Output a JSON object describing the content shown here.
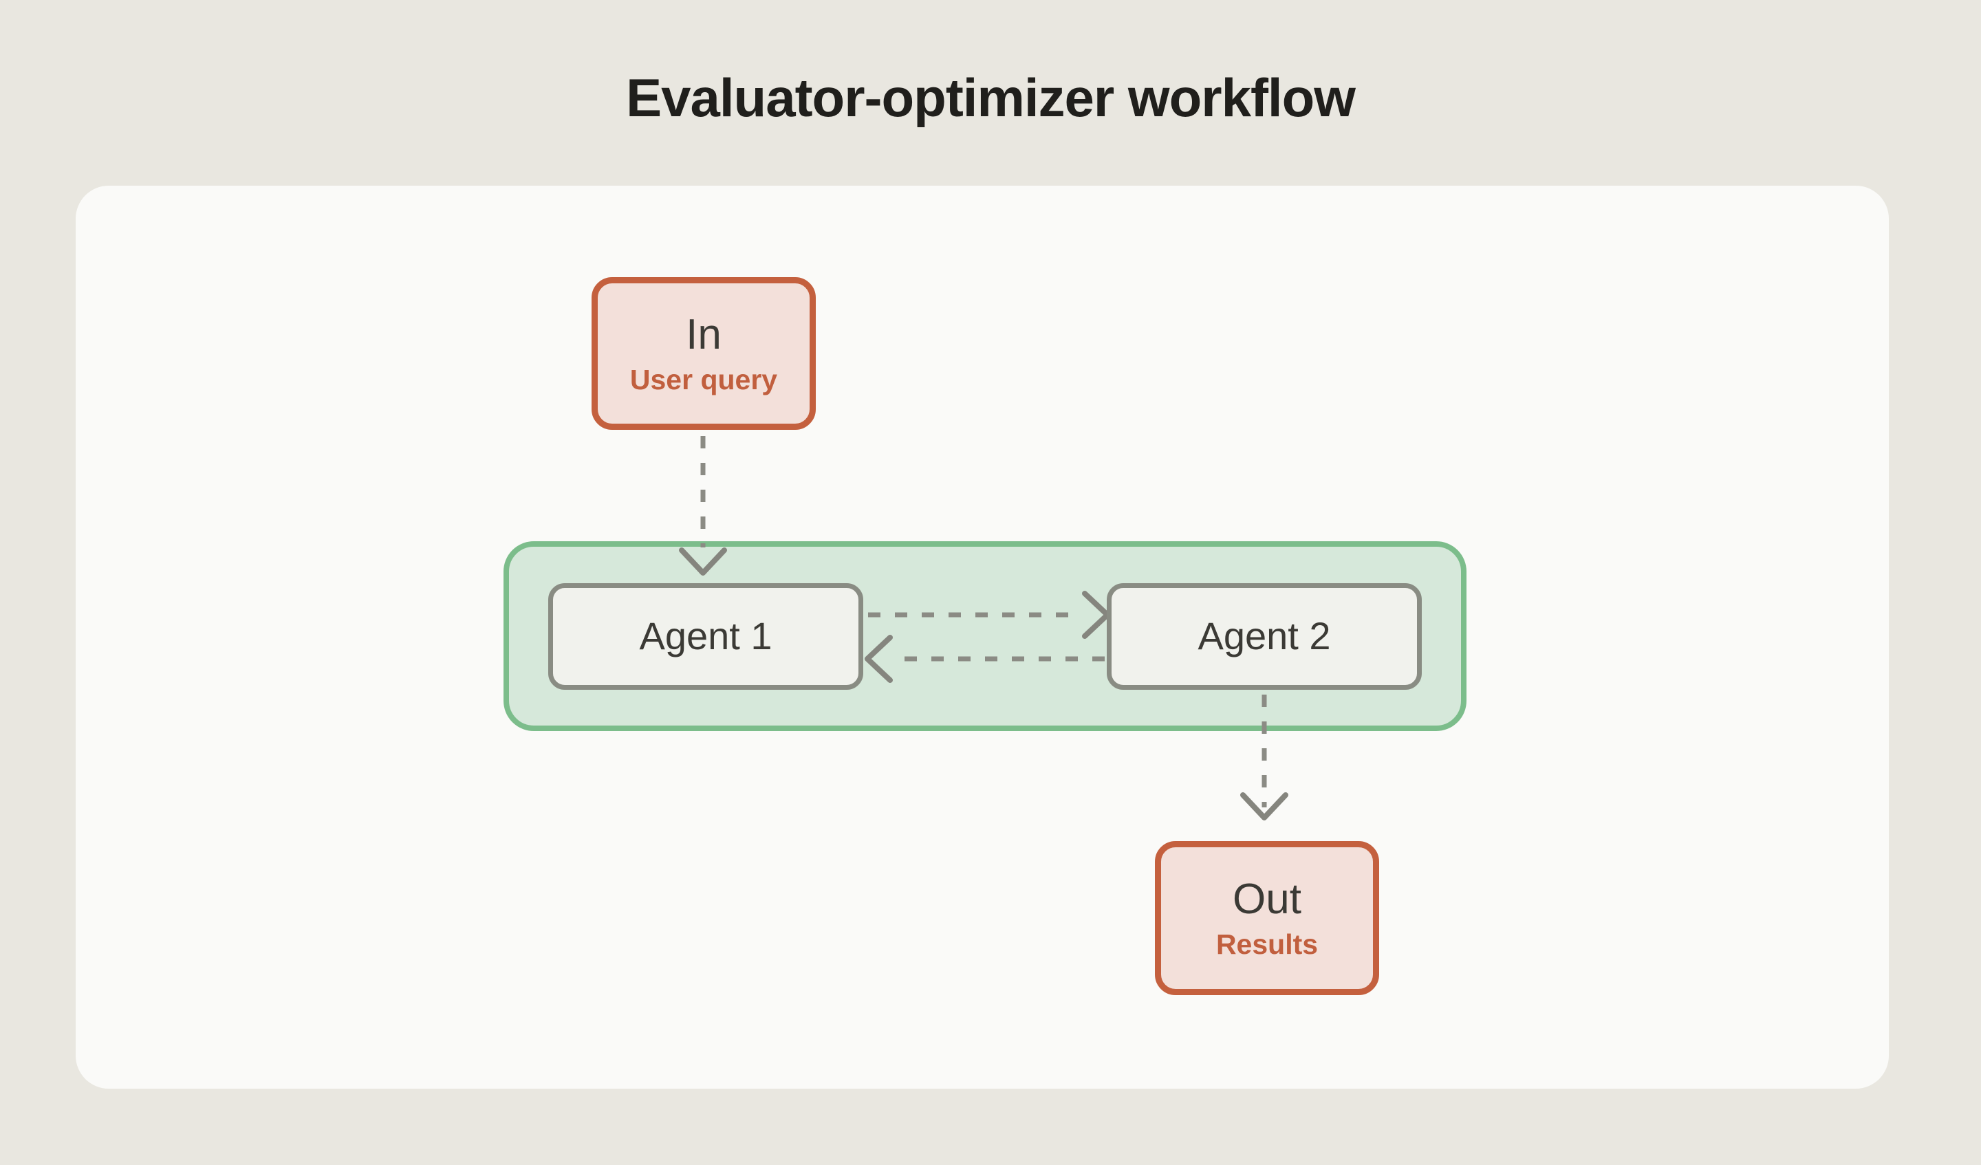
{
  "title": "Evaluator-optimizer workflow",
  "nodes": {
    "in": {
      "label": "In",
      "sublabel": "User query"
    },
    "agent1": {
      "label": "Agent 1"
    },
    "agent2": {
      "label": "Agent 2"
    },
    "out": {
      "label": "Out",
      "sublabel": "Results"
    }
  },
  "arrows": [
    {
      "from": "In",
      "to": "Agent 1",
      "direction": "down",
      "style": "dashed"
    },
    {
      "from": "Agent 1",
      "to": "Agent 2",
      "direction": "right",
      "style": "dashed"
    },
    {
      "from": "Agent 2",
      "to": "Agent 1",
      "direction": "left",
      "style": "dashed"
    },
    {
      "from": "Agent 2",
      "to": "Out",
      "direction": "down",
      "style": "dashed"
    }
  ],
  "colors": {
    "page_background": "#e9e7e0",
    "card_background": "#fafaf8",
    "io_border": "#c4603e",
    "io_fill": "#f3e0da",
    "io_sublabel_text": "#c15f3e",
    "loop_border": "#7cbd8b",
    "loop_fill": "#d6e8da",
    "agent_border": "#898c83",
    "agent_fill": "#f1f2ed",
    "arrow_gray": "#8b8b84",
    "label_text": "#3b3a35",
    "title_text": "#201f1c"
  }
}
